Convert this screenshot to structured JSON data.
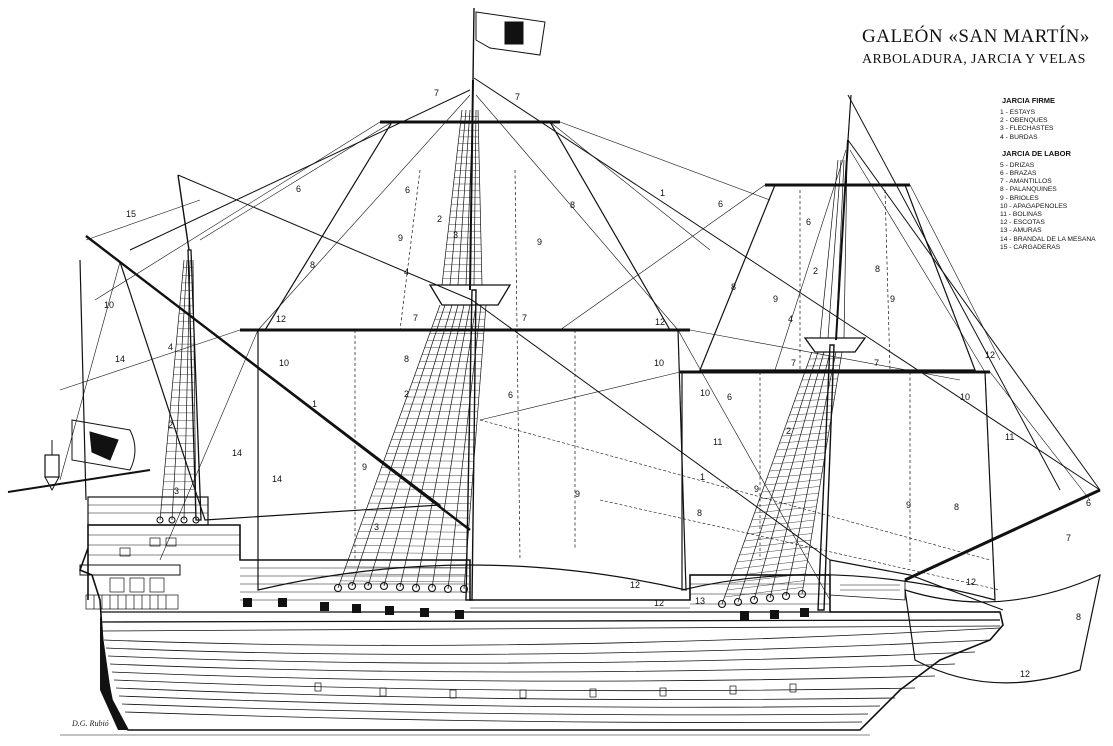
{
  "header": {
    "title": "GALEÓN «SAN MARTÍN»",
    "subtitle": "ARBOLADURA, JARCIA Y VELAS"
  },
  "legend": {
    "fixed_heading": "JARCIA FIRME",
    "fixed_items": [
      "1 - ESTAYS",
      "2 - OBENQUES",
      "3 - FLECHASTES",
      "4 - BURDAS"
    ],
    "running_heading": "JARCIA DE LABOR",
    "running_items": [
      "5 - DRIZAS",
      "6 - BRAZAS",
      "7 - AMANTILLOS",
      "8 - PALANQUINES",
      "9 - BRIOLES",
      "10 - APAGAPENOLES",
      "11 - BOLINAS",
      "12 - ESCOTAS",
      "13 - AMURAS",
      "14 - BRANDAL DE LA MESANA",
      "15 - CARGADERAS"
    ]
  },
  "callouts": [
    "1",
    "2",
    "3",
    "4",
    "6",
    "7",
    "8",
    "9",
    "10",
    "11",
    "12",
    "13",
    "14",
    "15"
  ],
  "signature": "D.G. Rubió"
}
